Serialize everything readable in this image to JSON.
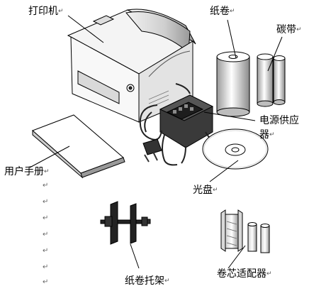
{
  "labels": {
    "printer": "打印机",
    "paper_roll": "纸卷",
    "ribbon": "碳带",
    "power_supply_line1": "电源供应",
    "power_supply_line2": "器",
    "user_manual": "用户手册",
    "cd": "光盘",
    "roll_holder": "纸卷托架",
    "core_adapter": "卷芯适配器"
  },
  "paragraph_mark": "↵",
  "colors": {
    "line": "#000000",
    "shade": "#b9b9b9",
    "dark": "#222222"
  }
}
